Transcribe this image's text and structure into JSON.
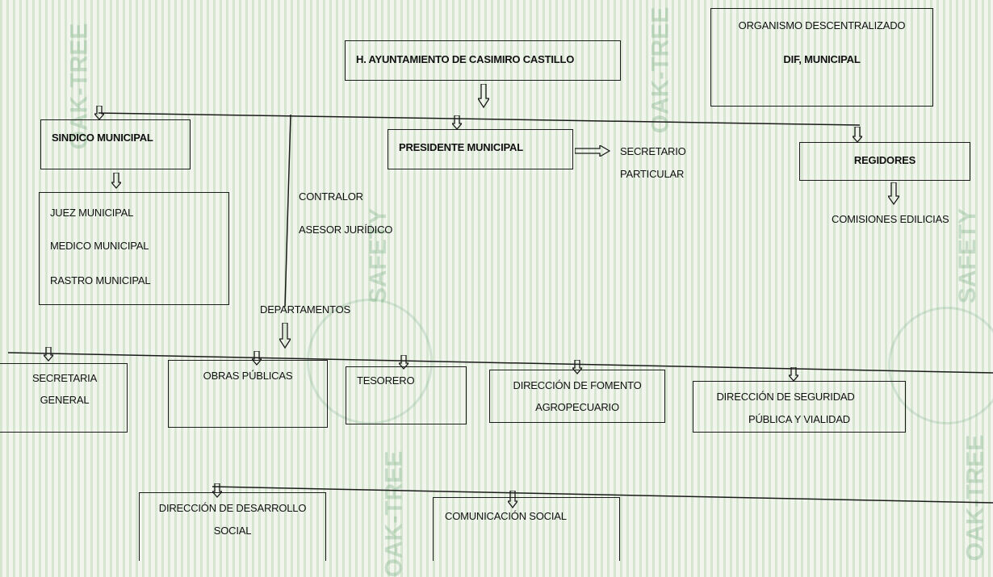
{
  "org": {
    "ayuntamiento": "H. AYUNTAMIENTO DE CASIMIRO CASTILLO",
    "organismo": "ORGANISMO DESCENTRALIZADO",
    "dif": "DIF, MUNICIPAL",
    "sindico": "SINDICO MUNICIPAL",
    "presidente": "PRESIDENTE MUNICIPAL",
    "secretario_l1": "SECRETARIO",
    "secretario_l2": "PARTICULAR",
    "regidores": "REGIDORES",
    "comisiones": "COMISIONES EDILICIAS",
    "juez": "JUEZ MUNICIPAL",
    "medico": "MEDICO MUNICIPAL",
    "rastro": "RASTRO MUNICIPAL",
    "contralor": "CONTRALOR",
    "asesor": "ASESOR JURÍDICO",
    "departamentos": "DEPARTAMENTOS"
  },
  "departments": {
    "secretaria_l1": "SECRETARIA",
    "secretaria_l2": "GENERAL",
    "obras": "OBRAS PÚBLICAS",
    "tesorero": "TESORERO",
    "fomento_l1": "DIRECCIÓN DE FOMENTO",
    "fomento_l2": "AGROPECUARIO",
    "seguridad_l1": "DIRECCIÓN DE SEGURIDAD",
    "seguridad_l2": "PÚBLICA Y VIALIDAD",
    "desarrollo_l1": "DIRECCIÓN DE DESARROLLO",
    "desarrollo_l2": "SOCIAL",
    "comunicacion": "COMUNICACIÓN SOCIAL"
  },
  "watermark": {
    "left": "OAK-TREE",
    "right": "SAFETY"
  }
}
